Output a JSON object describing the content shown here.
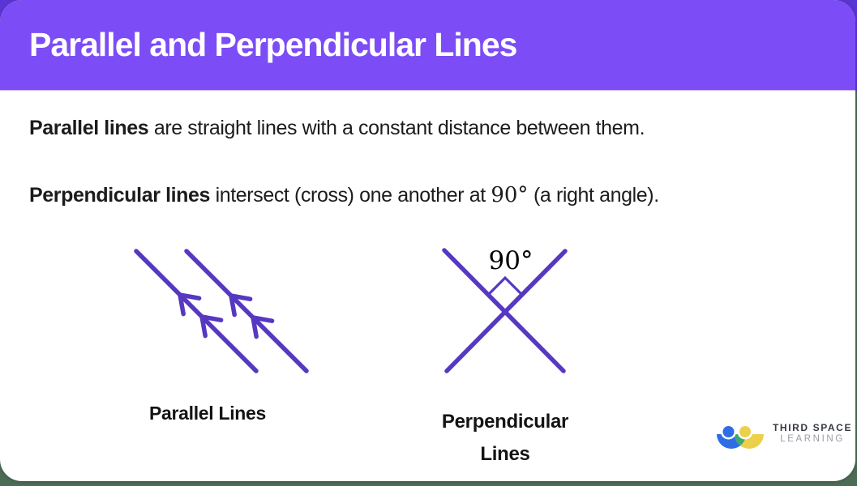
{
  "header": {
    "title": "Parallel and Perpendicular Lines",
    "background_color": "#7c4cf6"
  },
  "paragraphs": {
    "parallel_def": {
      "bold": "Parallel lines",
      "rest": " are straight lines with a constant distance between them."
    },
    "perpendicular_def": {
      "bold": "Perpendicular lines",
      "before_math": " intersect (cross) one another at ",
      "math": "90°",
      "after_math": " (a right angle)."
    }
  },
  "diagrams": {
    "line_color": "#5638c1",
    "parallel": {
      "label": "Parallel Lines"
    },
    "perpendicular": {
      "angle_label": "90°",
      "label_line1": "Perpendicular",
      "label_line2": "Lines"
    }
  },
  "logo": {
    "line1": "THIRD SPACE",
    "line2": "LEARNING",
    "colors": {
      "blue": "#2e6de5",
      "yellow": "#ecd04b",
      "green": "#41a86f"
    }
  },
  "background": {
    "top_color": "#5b34d4",
    "bottom_color": "#4d6c56",
    "card_color": "#ffffff"
  }
}
